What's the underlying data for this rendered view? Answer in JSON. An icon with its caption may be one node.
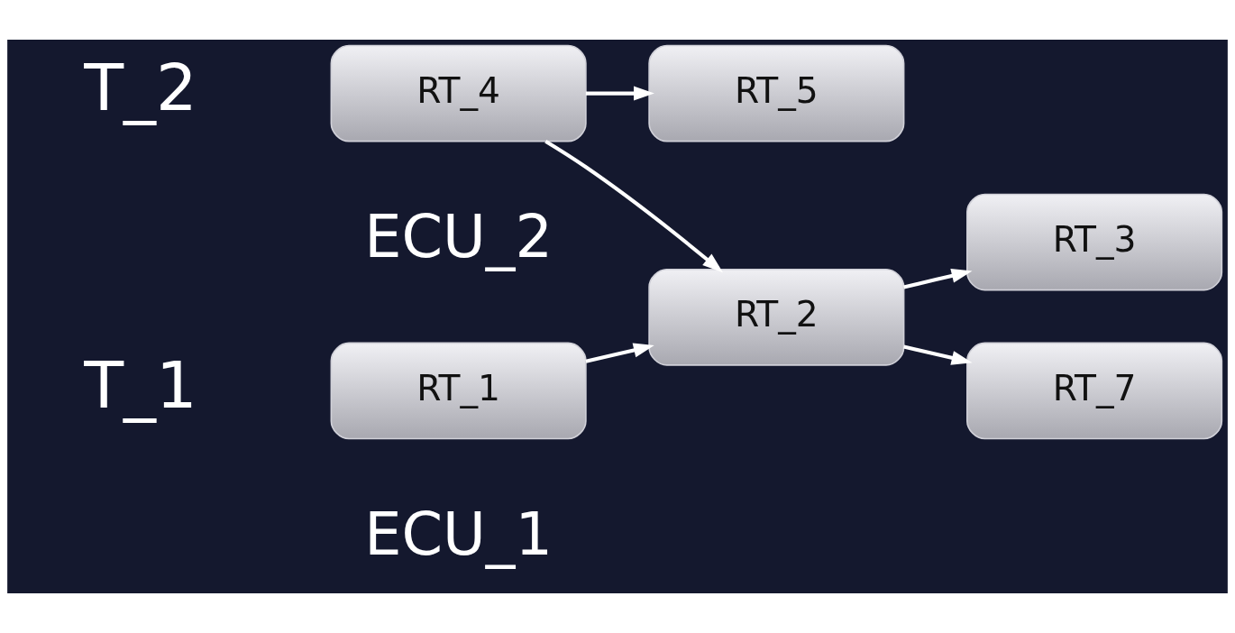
{
  "diagram": {
    "nodes": [
      {
        "text": [
          "RT_1"
        ]
      },
      {
        "text": [
          "RT_2"
        ]
      },
      {
        "text": [
          "RT_3"
        ]
      },
      {
        "text": [
          "RT_7"
        ]
      },
      {
        "text": [
          "RT_4"
        ]
      },
      {
        "text": [
          "RT_5"
        ]
      }
    ],
    "edges": [
      {
        "from": 0,
        "to": 1,
        "arrow": "to"
      },
      {
        "from": 4,
        "to": 1,
        "arrow": "to"
      },
      {
        "from": 1,
        "to": 2,
        "arrow": "to"
      },
      {
        "from": 1,
        "to": 3,
        "arrow": "to"
      },
      {
        "from": 4,
        "to": 5,
        "arrow": "to"
      }
    ],
    "labels": [
      "ECU_1",
      "T_1",
      "ECU_2",
      "T_2"
    ]
  }
}
